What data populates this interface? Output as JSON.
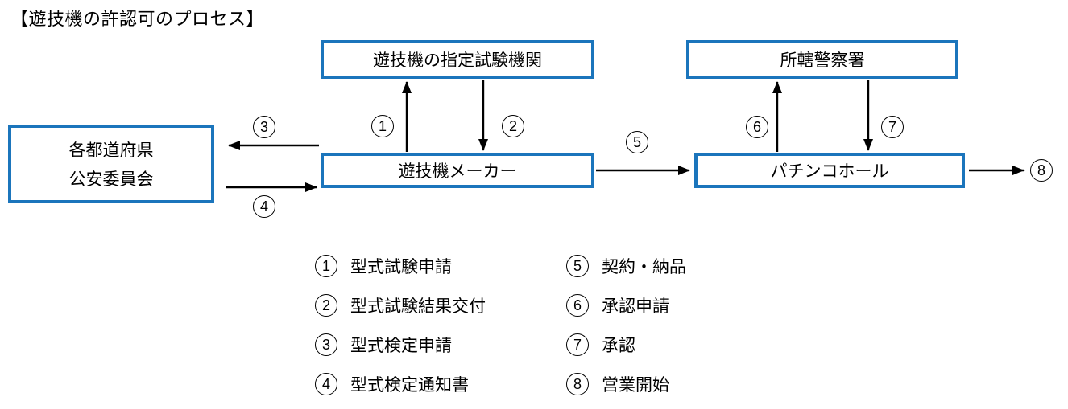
{
  "title": "【遊技機の許認可のプロセス】",
  "colors": {
    "box_border": "#1B75BC",
    "arrow": "#000000",
    "background": "#FFFFFF"
  },
  "boxes": {
    "test_org": "遊技機の指定試験機関",
    "police": "所轄警察署",
    "prefecture_line1": "各都道府県",
    "prefecture_line2": "公安委員会",
    "maker": "遊技機メーカー",
    "hall": "パチンコホール"
  },
  "steps": [
    "1",
    "2",
    "3",
    "4",
    "5",
    "6",
    "7",
    "8"
  ],
  "legend": {
    "items": [
      {
        "num": "1",
        "label": "型式試験申請"
      },
      {
        "num": "2",
        "label": "型式試験結果交付"
      },
      {
        "num": "3",
        "label": "型式検定申請"
      },
      {
        "num": "4",
        "label": "型式検定通知書"
      },
      {
        "num": "5",
        "label": "契約・納品"
      },
      {
        "num": "6",
        "label": "承認申請"
      },
      {
        "num": "7",
        "label": "承認"
      },
      {
        "num": "8",
        "label": "営業開始"
      }
    ]
  }
}
